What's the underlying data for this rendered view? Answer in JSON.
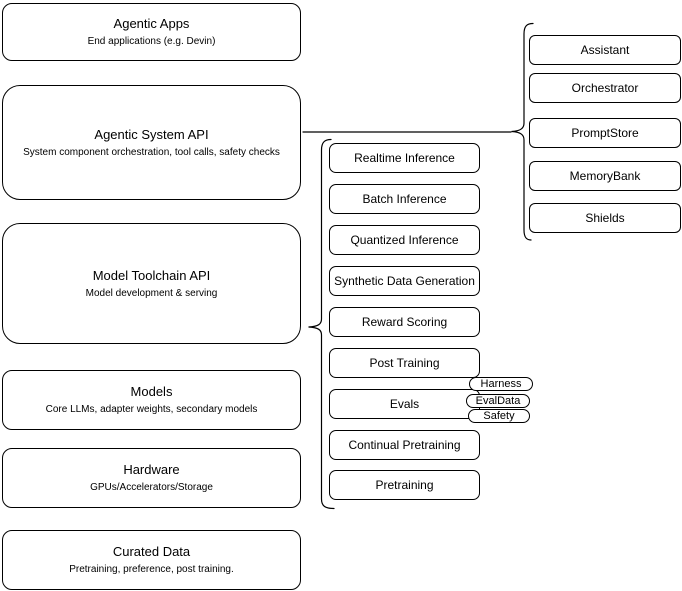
{
  "diagram": {
    "layers": [
      {
        "title": "Agentic Apps",
        "subtitle": "End applications (e.g. Devin)"
      },
      {
        "title": "Agentic System API",
        "subtitle": "System component orchestration, tool calls, safety checks"
      },
      {
        "title": "Model Toolchain API",
        "subtitle": "Model development & serving"
      },
      {
        "title": "Models",
        "subtitle": "Core LLMs, adapter weights, secondary models"
      },
      {
        "title": "Hardware",
        "subtitle": "GPUs/Accelerators/Storage"
      },
      {
        "title": "Curated Data",
        "subtitle": "Pretraining, preference, post training."
      }
    ],
    "toolchain_components": [
      "Realtime Inference",
      "Batch Inference",
      "Quantized Inference",
      "Synthetic Data Generation",
      "Reward Scoring",
      "Post Training",
      "Evals",
      "Continual Pretraining",
      "Pretraining"
    ],
    "eval_pills": [
      "Harness",
      "EvalData",
      "Safety"
    ],
    "system_components": [
      "Assistant",
      "Orchestrator",
      "PromptStore",
      "MemoryBank",
      "Shields"
    ],
    "colors": {
      "stroke": "#000000",
      "fill": "#ffffff",
      "text": "#000000"
    }
  }
}
